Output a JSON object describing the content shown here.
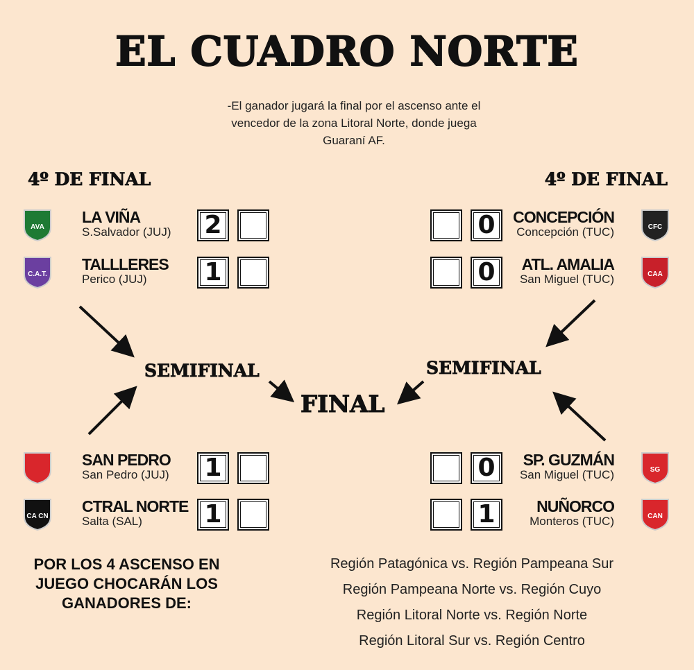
{
  "title": "EL CUADRO NORTE",
  "subtitle": [
    "-El ganador jugará la final por el ascenso ante el",
    "vencedor de la zona Litoral Norte, donde juega",
    "Guaraní AF."
  ],
  "left_round_label": "4º DE FINAL",
  "right_round_label": "4º DE FINAL",
  "semifinal_left": "SEMIFINAL",
  "semifinal_right": "SEMIFINAL",
  "final": "FINAL",
  "left_teams": [
    {
      "name": "LA VIÑA",
      "city": "S.Salvador (JUJ)",
      "score1": "2",
      "score2": "",
      "logo": "AVA",
      "color": "#1e7a34"
    },
    {
      "name": "TALLLERES",
      "city": "Perico (JUJ)",
      "score1": "1",
      "score2": "",
      "logo": "C.A.T.",
      "color": "#6b3fa0"
    },
    {
      "name": "SAN PEDRO",
      "city": "San Pedro (JUJ)",
      "score1": "1",
      "score2": "",
      "logo": "",
      "color": "#d9262c"
    },
    {
      "name": "CTRAL NORTE",
      "city": "Salta (SAL)",
      "score1": "1",
      "score2": "",
      "logo": "CA CN",
      "color": "#111111"
    }
  ],
  "right_teams": [
    {
      "name": "CONCEPCIÓN",
      "city": "Concepción (TUC)",
      "score1": "",
      "score2": "0",
      "logo": "CFC",
      "color": "#222222"
    },
    {
      "name": "ATL. AMALIA",
      "city": "San Miguel (TUC)",
      "score1": "",
      "score2": "0",
      "logo": "CAA",
      "color": "#c8202a"
    },
    {
      "name": "SP. GUZMÁN",
      "city": "San Miguel (TUC)",
      "score1": "",
      "score2": "0",
      "logo": "SG",
      "color": "#d9262c"
    },
    {
      "name": "NUÑORCO",
      "city": "Monteros (TUC)",
      "score1": "",
      "score2": "1",
      "logo": "CAN",
      "color": "#d9262c"
    }
  ],
  "bottom_left": [
    "POR LOS 4 ASCENSO EN",
    "JUEGO CHOCARÁN LOS",
    "GANADORES DE:"
  ],
  "matchups": [
    "Región Patagónica vs. Región Pampeana Sur",
    "Región Pampeana Norte vs. Región Cuyo",
    "Región Litoral Norte vs. Región Norte",
    "Región Litoral Sur vs. Región Centro"
  ]
}
